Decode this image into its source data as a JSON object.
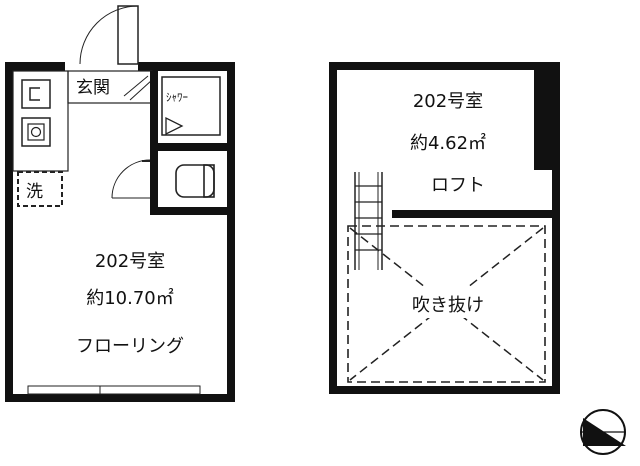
{
  "first_floor": {
    "entrance": "玄関",
    "shower": "ｼｬﾜｰ",
    "washer": "洗",
    "room_number": "202号室",
    "area": "約10.70㎡",
    "floor_type": "フローリング"
  },
  "loft": {
    "room_number": "202号室",
    "area": "約4.62㎡",
    "name": "ロフト",
    "void": "吹き抜け"
  },
  "colors": {
    "wall": "#111111",
    "line": "#222222",
    "background": "#ffffff"
  },
  "icons": {
    "compass": "north-arrow-icon",
    "ladder": "ladder-icon",
    "toilet": "toilet-icon",
    "stove": "stove-icon",
    "sink": "sink-icon"
  }
}
